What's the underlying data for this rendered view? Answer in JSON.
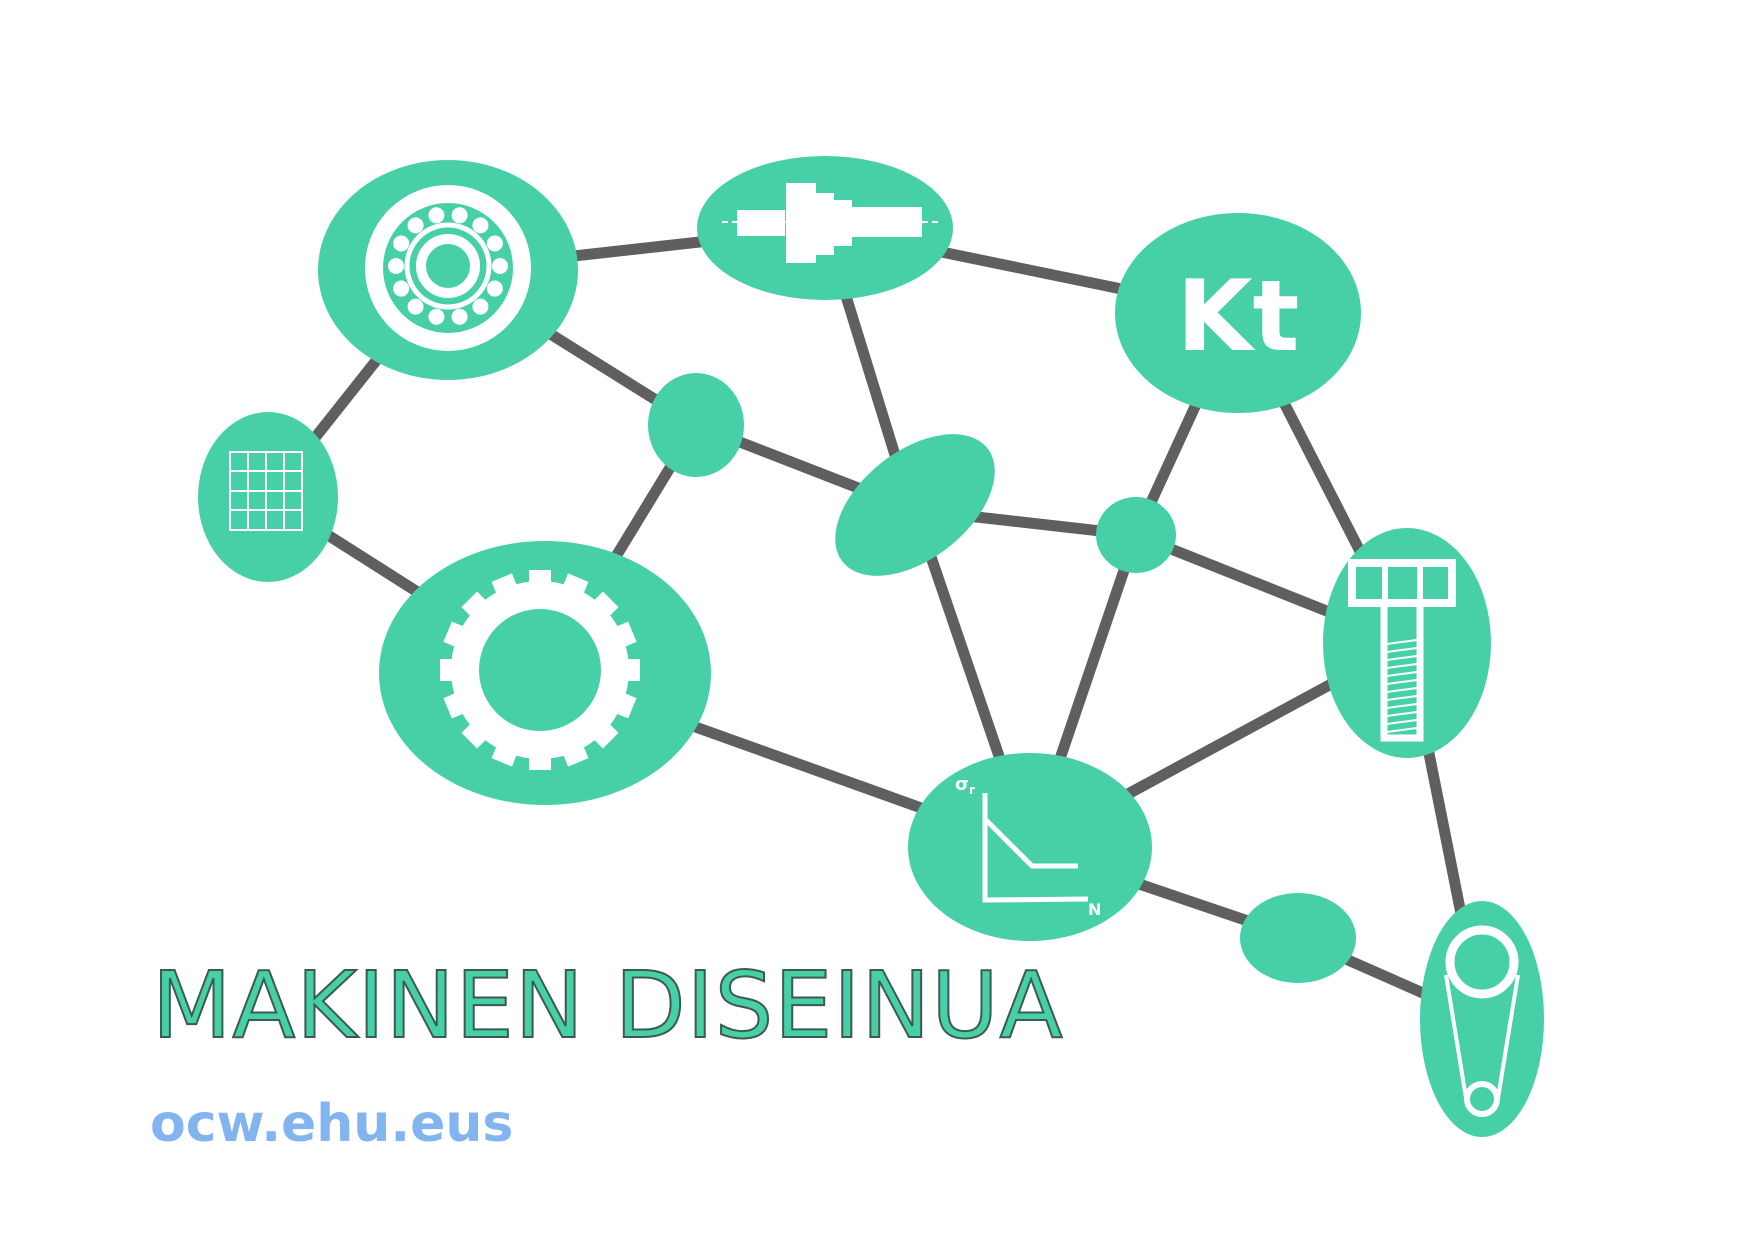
{
  "title": "MAKINEN DISEINUA",
  "url": "ocw.ehu.eus",
  "colors": {
    "node": "#47d0a8",
    "link": "#5f5f5f",
    "icon": "#ffffff",
    "title_fill": "#47d0a8",
    "title_stroke": "#3d5a50",
    "url": "#82b4f0"
  },
  "node_icons": [
    "bearing-icon",
    "shaft-icon",
    "kt-icon",
    "grid-icon",
    "gear-icon",
    "bolt-icon",
    "sn-curve-icon",
    "belt-pulley-icon"
  ],
  "labels": {
    "kt": "Kt",
    "sigma": "σ",
    "sigma_sub": "r",
    "n_axis": "N"
  }
}
